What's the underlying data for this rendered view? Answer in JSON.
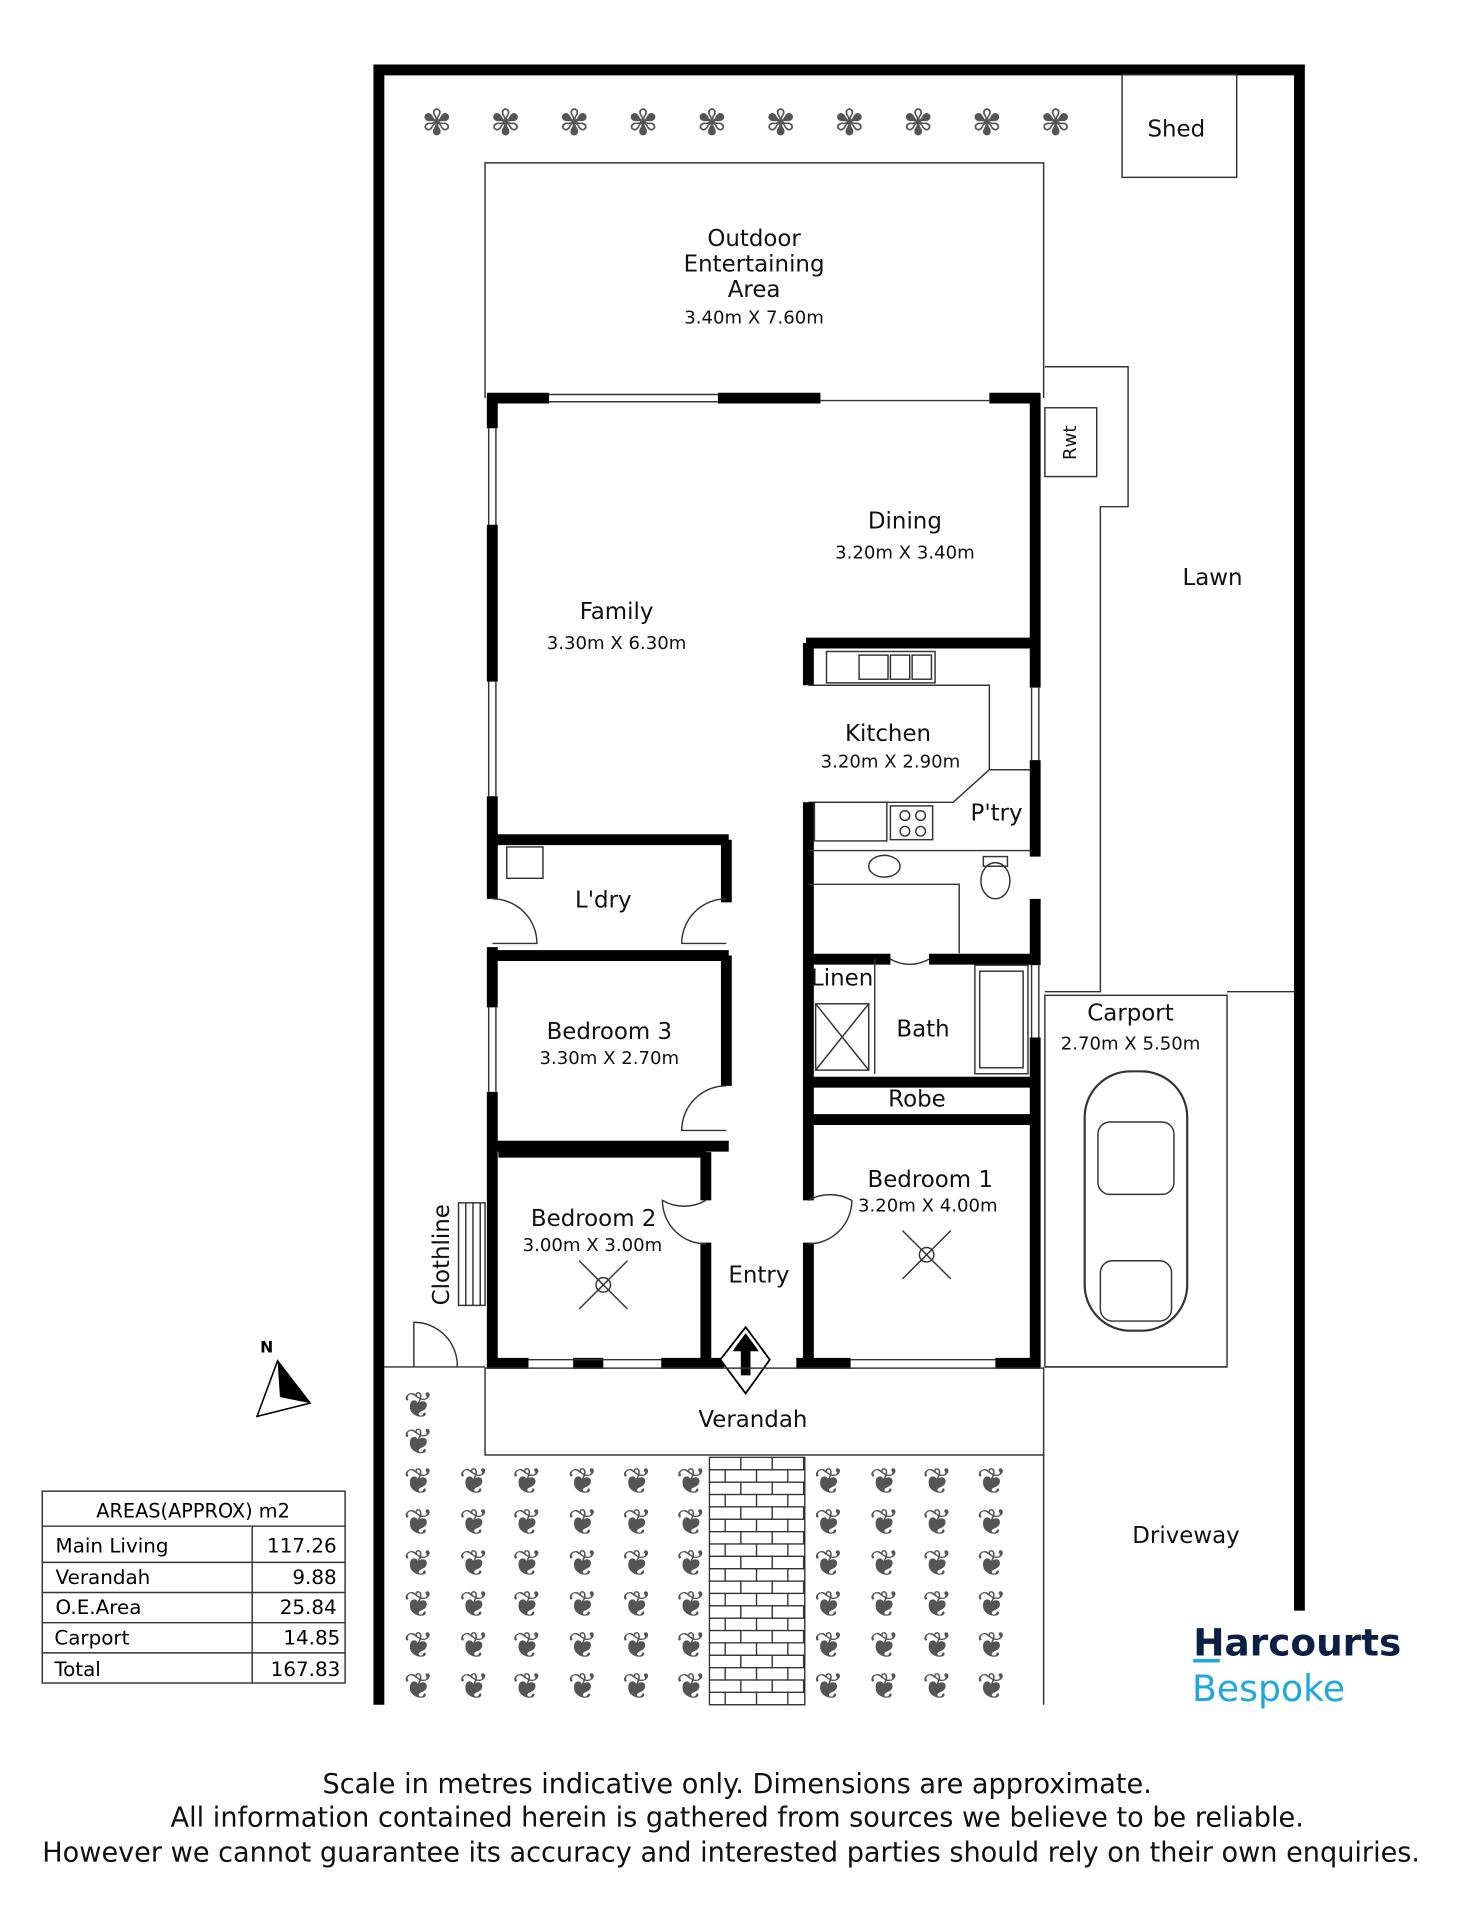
{
  "rooms": {
    "shed": "Shed",
    "outdoor": [
      "Outdoor",
      "Entertaining",
      "Area"
    ],
    "outdoor_dim": "3.40m X 7.60m",
    "rwt": "Rwt",
    "dining": "Dining",
    "dining_dim": "3.20m X 3.40m",
    "family": "Family",
    "family_dim": "3.30m X 6.30m",
    "lawn": "Lawn",
    "kitchen": "Kitchen",
    "kitchen_dim": "3.20m X 2.90m",
    "pantry": "P'try",
    "laundry": "L'dry",
    "linen": "Linen",
    "bath": "Bath",
    "carport": "Carport",
    "carport_dim": "2.70m X 5.50m",
    "bedroom3": "Bedroom 3",
    "bedroom3_dim": "3.30m X 2.70m",
    "robe": "Robe",
    "bedroom1": "Bedroom 1",
    "bedroom1_dim": "3.20m X 4.00m",
    "bedroom2": "Bedroom 2",
    "bedroom2_dim": "3.00m X 3.00m",
    "clothline": "Clothline",
    "entry": "Entry",
    "verandah": "Verandah",
    "driveway": "Driveway"
  },
  "compass": "N",
  "areas": {
    "title": "AREAS(APPROX) m2",
    "rows": [
      {
        "label": "Main Living",
        "value": "117.26"
      },
      {
        "label": "Verandah",
        "value": "9.88"
      },
      {
        "label": "O.E.Area",
        "value": "25.84"
      },
      {
        "label": "Carport",
        "value": "14.85"
      },
      {
        "label": "Total",
        "value": "167.83"
      }
    ]
  },
  "logo": {
    "line1": "Harcourts",
    "line2": "Bespoke",
    "navy": "#0c1f45",
    "blue": "#1ea7e0"
  },
  "disclaimer": [
    "Scale in metres indicative only. Dimensions are approximate.",
    "All information contained herein is gathered from sources we believe to be reliable.",
    "However we cannot guarantee its accuracy and interested parties should rely on their own enquiries."
  ]
}
